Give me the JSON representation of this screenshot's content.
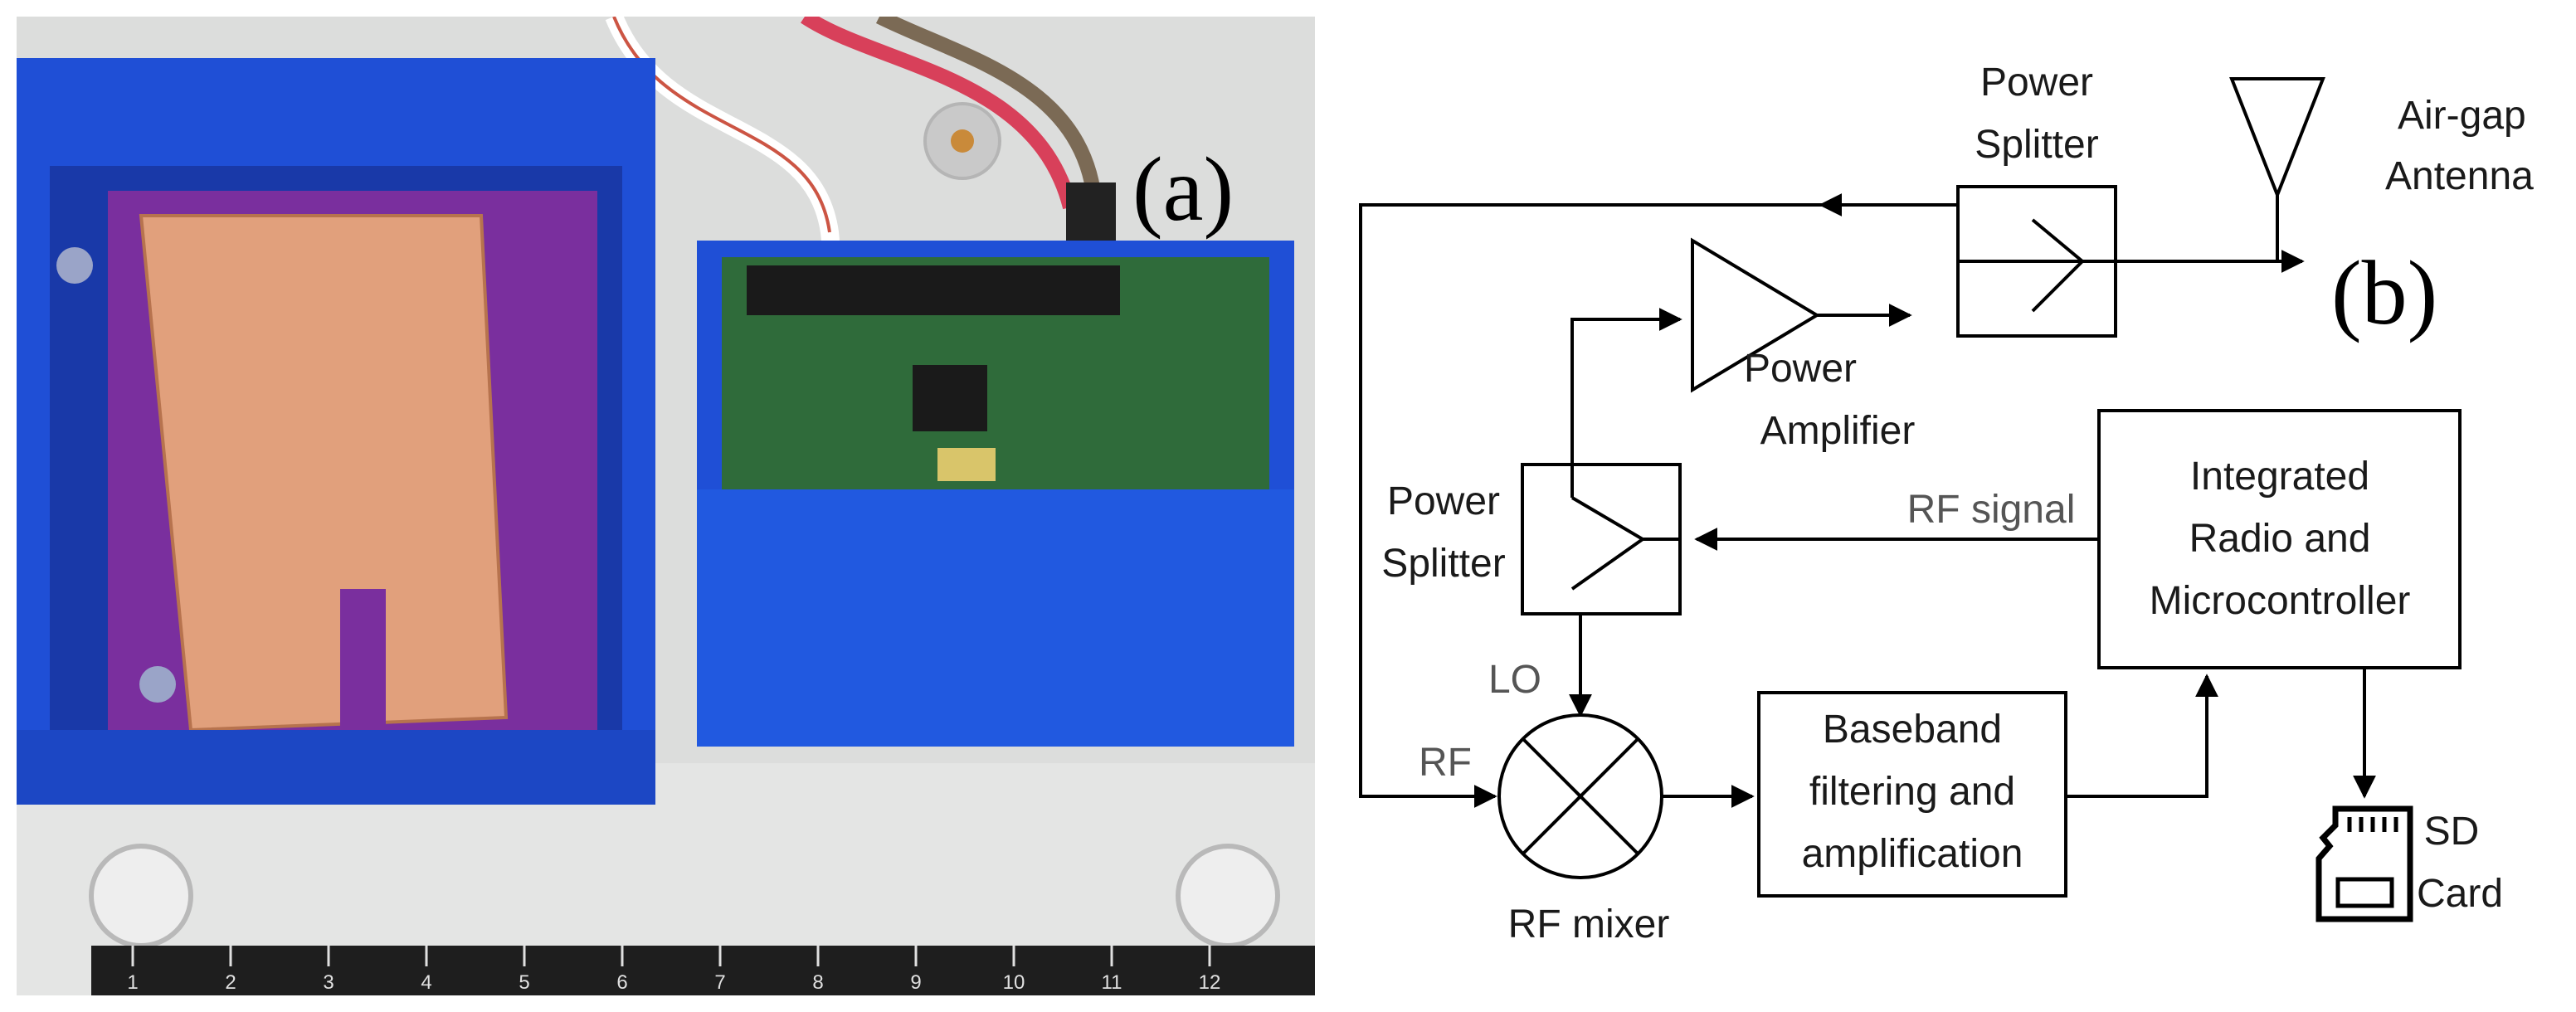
{
  "panel_a_label": "(a)",
  "panel_b_label": "(b)",
  "photo_description_icon": "hardware-photo",
  "photo_ruler_ticks": [
    "1",
    "2",
    "3",
    "4",
    "5",
    "6",
    "7",
    "8",
    "9",
    "10",
    "11",
    "12"
  ],
  "blocks": {
    "power_splitter_top": [
      "Power",
      "Splitter"
    ],
    "air_gap_antenna": [
      "Air-gap",
      "Antenna"
    ],
    "power_amplifier": [
      "Power",
      "Amplifier"
    ],
    "integrated_radio": [
      "Integrated",
      "Radio and",
      "Microcontroller"
    ],
    "rf_signal": "RF signal",
    "power_splitter_left": [
      "Power",
      "Splitter"
    ],
    "lo": "LO",
    "rf": "RF",
    "baseband": [
      "Baseband",
      "filtering and",
      "amplification"
    ],
    "rf_mixer": "RF mixer",
    "sd_card": [
      "SD",
      "Card"
    ]
  },
  "colors": {
    "enclosure_blue": "#1f4fd6",
    "copper": "#e1a07c",
    "pcb_green": "#2f6b3a",
    "plastic_grey": "#d8d9d8"
  }
}
